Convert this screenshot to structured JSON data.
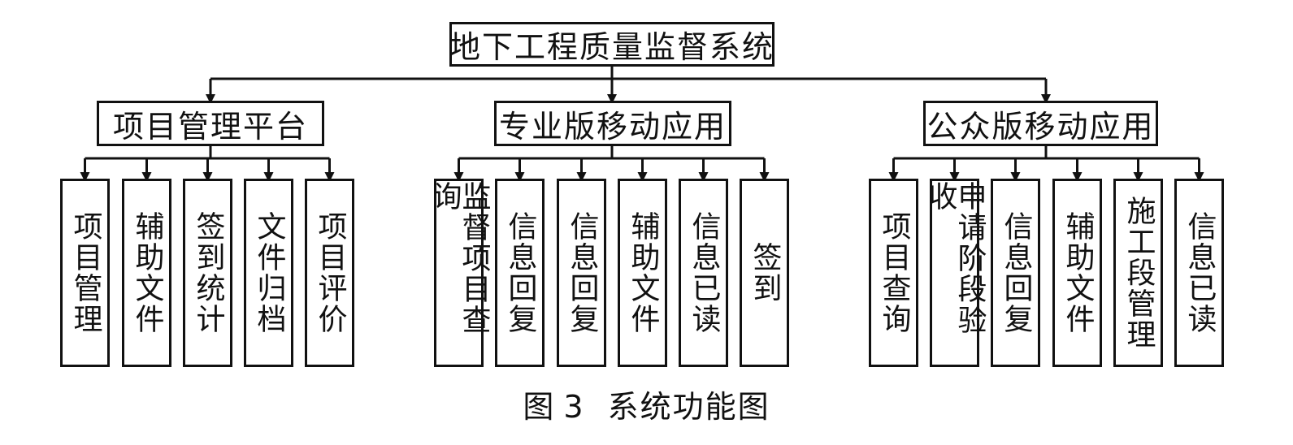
{
  "root": {
    "label": "地下工程质量监督系统"
  },
  "groups": [
    {
      "label": "项目管理平台",
      "children": [
        "项目管理",
        "辅助文件",
        "签到统计",
        "文件归档",
        "项目评价"
      ]
    },
    {
      "label": "专业版移动应用",
      "children": [
        "监督项目查询",
        "信息回复",
        "信息回复",
        "辅助文件",
        "信息已读",
        "签到"
      ]
    },
    {
      "label": "公众版移动应用",
      "children": [
        "项目查询",
        "申请阶段验收",
        "信息回复",
        "辅助文件",
        "施工段管理",
        "信息已读"
      ]
    }
  ],
  "caption": {
    "figure": "图",
    "number": "3",
    "title": "系统功能图"
  }
}
